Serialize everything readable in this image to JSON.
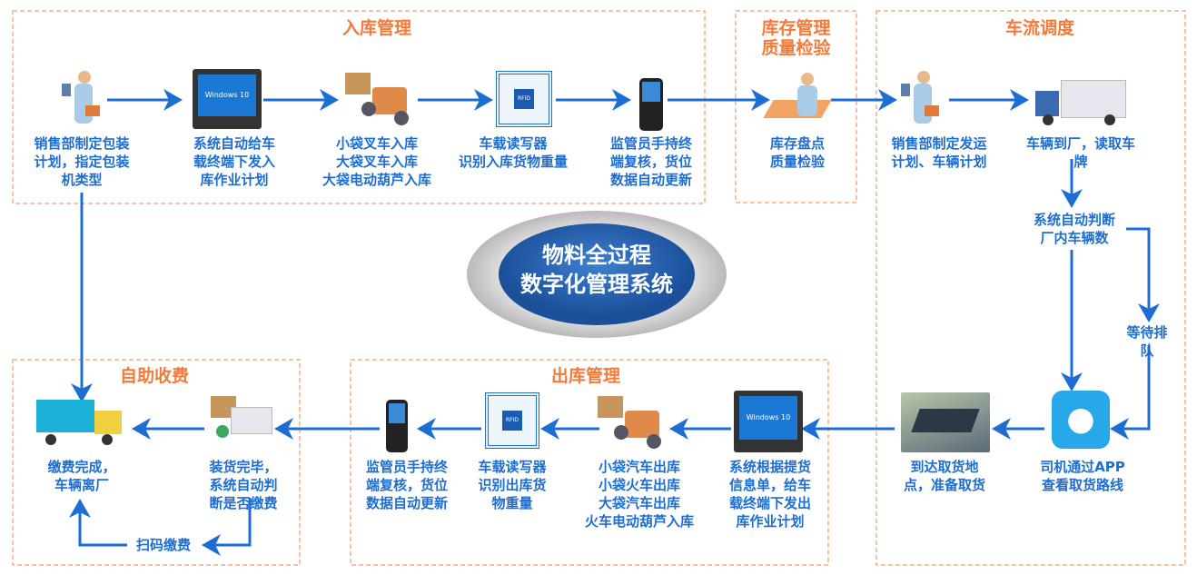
{
  "colors": {
    "accent": "#1c6ed2",
    "heading": "#f47a3a",
    "arrow": "#1c6ed2"
  },
  "center": {
    "title": "物料全过程\n数字化管理系统"
  },
  "sections": {
    "inbound": "入库管理",
    "inventory": "库存管理\n质量检验",
    "traffic": "车流调度",
    "outbound": "出库管理",
    "payment": "自助收费"
  },
  "nodes": {
    "n1": {
      "icon": "person-tablet-icon",
      "text": "销售部制定包装\n计划，指定包装\n机类型"
    },
    "n2": {
      "icon": "windows-terminal-icon",
      "text": "系统自动给车\n载终端下发入\n库作业计划",
      "screen": "Windows 10"
    },
    "n3": {
      "icon": "forklift-icon",
      "text": "小袋叉车入库\n大袋叉车入库\n大袋电动葫芦入库"
    },
    "n4": {
      "icon": "rfid-icon",
      "text": "车载读写器\n识别入库货物重量",
      "chip": "RFID"
    },
    "n5": {
      "icon": "handheld-icon",
      "text": "监管员手持终\n端复核，货位\n数据自动更新"
    },
    "n6": {
      "icon": "inspection-icon",
      "text": "库存盘点\n质量检验"
    },
    "n7": {
      "icon": "person-tablet-icon",
      "text": "销售部制定发运\n计划、车辆计划"
    },
    "n8": {
      "icon": "truck-icon",
      "text": "车辆到厂，读取车牌"
    },
    "n9": {
      "text": "系统自动判断\n厂内车辆数"
    },
    "n10": {
      "text": "等待排队"
    },
    "n11": {
      "icon": "map-pin-app-icon",
      "text": "司机通过APP\n查看取货路线"
    },
    "n12": {
      "icon": "warehouse-icon",
      "text": "到达取货地\n点，准备取货"
    },
    "n13": {
      "icon": "windows-terminal-icon",
      "text": "系统根据提货\n信息单，给车\n载终端下发出\n库作业计划",
      "screen": "Windows 10"
    },
    "n14": {
      "icon": "forklift-icon",
      "text": "小袋汽车出库\n小袋火车出库\n大袋汽车出库\n火车电动葫芦入库"
    },
    "n15": {
      "icon": "rfid-icon",
      "text": "车载读写器\n识别出库货\n物重量",
      "chip": "RFID"
    },
    "n16": {
      "icon": "handheld-icon",
      "text": "监管员手持终\n端复核，货位\n数据自动更新"
    },
    "n17": {
      "icon": "loading-truck-icon",
      "text": "装货完毕，\n系统自动判\n断是否缴费"
    },
    "n18": {
      "icon": "truck-icon",
      "text": "缴费完成，\n车辆离厂"
    },
    "n19": {
      "text": "扫码缴费"
    }
  }
}
